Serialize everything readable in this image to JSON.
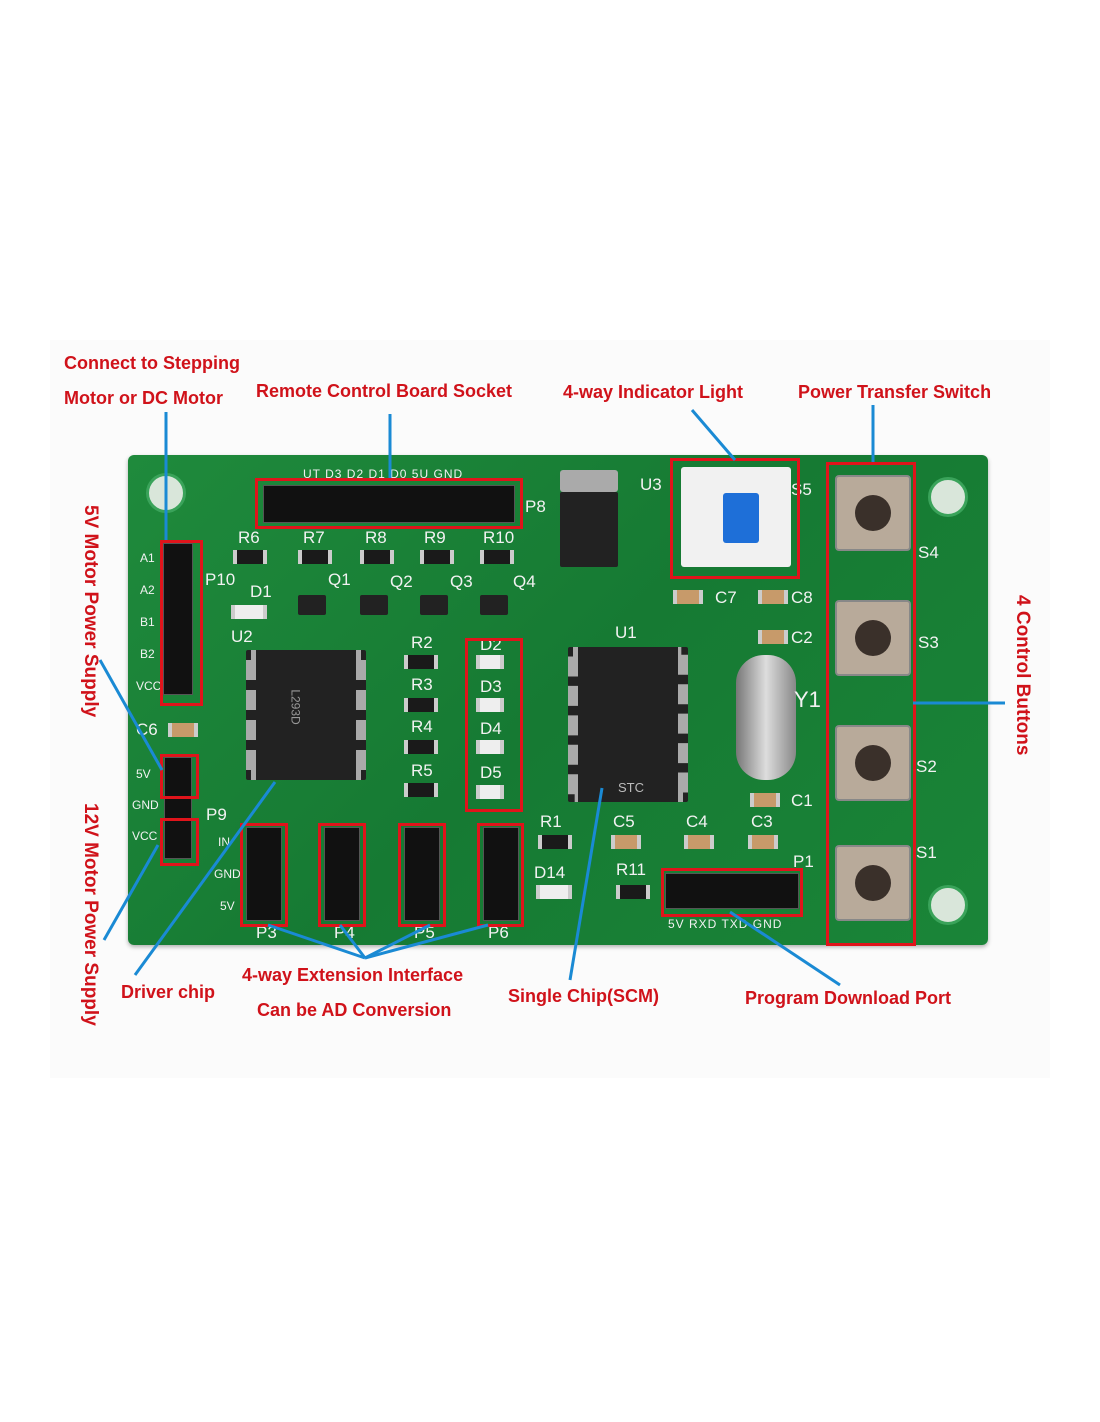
{
  "annotations": {
    "connect_line1": "Connect to Stepping",
    "connect_line2": "Motor or DC Motor",
    "remote_socket": "Remote Control Board Socket",
    "indicator_light": "4-way Indicator Light",
    "power_switch": "Power Transfer Switch",
    "control_buttons": "4 Control Buttons",
    "motor_5v": "5V Motor Power Supply",
    "motor_12v": "12V Motor Power Supply",
    "driver_chip": "Driver chip",
    "extension_line1": "4-way Extension Interface",
    "extension_line2": "Can be AD Conversion",
    "scm": "Single Chip(SCM)",
    "download_port": "Program Download Port"
  },
  "silkscreen": {
    "p8": "P8",
    "p8_pins": "UT  D3  D2  D1  D0  5U  GND",
    "u3": "U3",
    "s5": "S5",
    "s4": "S4",
    "s3": "S3",
    "s2": "S2",
    "s1": "S1",
    "p10": "P10",
    "p10_pins": [
      "A1",
      "A2",
      "B1",
      "B2",
      "VCC"
    ],
    "r6": "R6",
    "r7": "R7",
    "r8": "R8",
    "r9": "R9",
    "r10": "R10",
    "q1": "Q1",
    "q2": "Q2",
    "q3": "Q3",
    "q4": "Q4",
    "d1": "D1",
    "u2": "U2",
    "u1": "U1",
    "y1": "Y1",
    "c6": "C6",
    "c7": "C7",
    "c8": "C8",
    "c2": "C2",
    "c1": "C1",
    "r2": "R2",
    "r3": "R3",
    "r4": "R4",
    "r5": "R5",
    "d2": "D2",
    "d3": "D3",
    "d4": "D4",
    "d5": "D5",
    "p9": "P9",
    "p9_pins": [
      "5V",
      "GND",
      "VCC"
    ],
    "r1": "R1",
    "c5": "C5",
    "c4": "C4",
    "c3": "C3",
    "d14": "D14",
    "r11": "R11",
    "p1": "P1",
    "p1_pins": "5V  RXD  TXD  GND",
    "p3": "P3",
    "p4": "P4",
    "p5": "P5",
    "p6": "P6",
    "ext_pins": [
      "IN",
      "GND",
      "5V"
    ],
    "chip_u2_text": "L293D",
    "chip_u1_text": "STC"
  },
  "colors": {
    "label": "#d0121a",
    "leader": "#1a8ad4",
    "board": "#1a8538"
  }
}
